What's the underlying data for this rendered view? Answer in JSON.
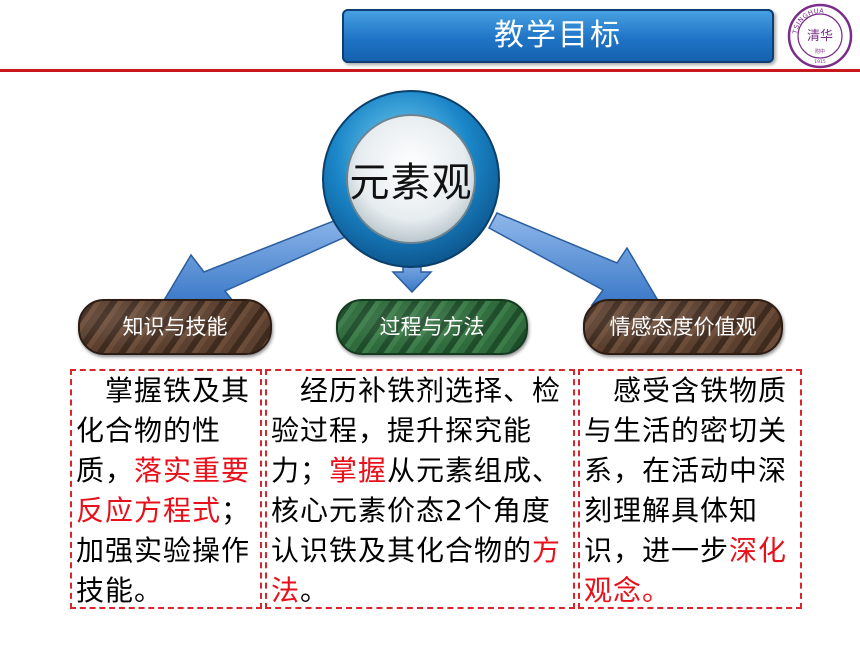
{
  "header": {
    "title": "教学目标"
  },
  "logo": {
    "text_top": "TSINGHUA",
    "text_right": "HIGHSCHOOL",
    "text_center": "清华",
    "text_bottom": "附中",
    "year": "1915"
  },
  "center": {
    "label": "元素观"
  },
  "pills": [
    {
      "label": "知识与技能"
    },
    {
      "label": "过程与方法"
    },
    {
      "label": "情感态度价值观"
    }
  ],
  "boxes": [
    {
      "parts": [
        {
          "text": "　掌握铁及其化合物的性质，"
        },
        {
          "text": "落实重要反应方程式",
          "highlight": true
        },
        {
          "text": "；加强实验操作技能。"
        }
      ]
    },
    {
      "parts": [
        {
          "text": "　经历补铁剂选择、检验过程，提升探究能力；"
        },
        {
          "text": "掌握",
          "highlight": true
        },
        {
          "text": "从元素组成、核心元素价态2个角度认识铁及其化合物的"
        },
        {
          "text": "方法",
          "highlight": true
        },
        {
          "text": "。"
        }
      ]
    },
    {
      "parts": [
        {
          "text": "　感受含铁物质与生活的密切关系，在活动中深刻理解具体知识，进一步"
        },
        {
          "text": "深化观念。",
          "highlight": true
        }
      ]
    }
  ],
  "colors": {
    "accent_red": "#e8101a",
    "header_blue": "#1f74c6",
    "rule_red": "#c8181e"
  }
}
